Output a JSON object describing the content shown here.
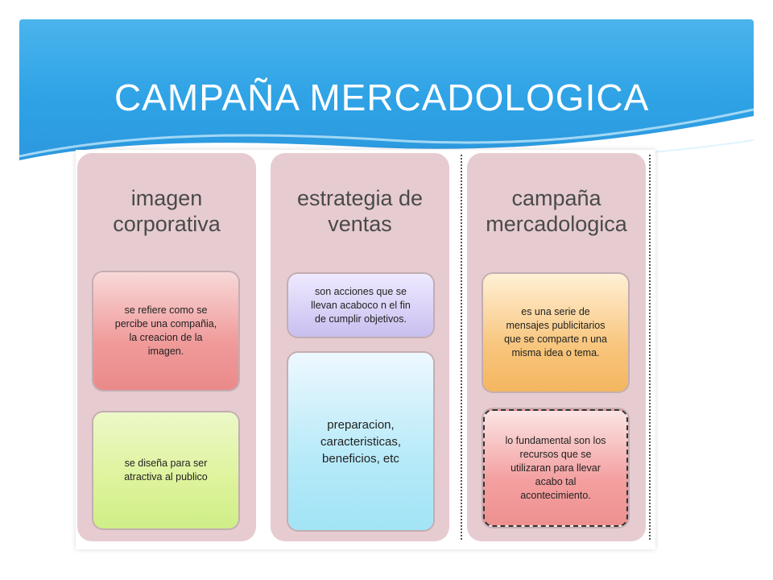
{
  "slide": {
    "title": "CAMPAÑA MERCADOLOGICA"
  },
  "diagram": {
    "columns": [
      {
        "heading": "imagen\ncorporativa",
        "cards": [
          {
            "text": "se refiere como se\npercibe una compañia,\nla creacion de la\nimagen."
          },
          {
            "text": "se diseña para ser\natractiva al publico"
          }
        ]
      },
      {
        "heading": "estrategia de\nventas",
        "cards": [
          {
            "text": "son acciones que se\nllevan acaboco n el fin\nde cumplir objetivos."
          },
          {
            "text": "preparacion,\ncaracteristicas,\nbeneficios, etc"
          }
        ]
      },
      {
        "heading": "campaña\nmercadologica",
        "cards": [
          {
            "text": "es una serie de\nmensajes publicitarios\nque se comparte n una\nmisma idea o tema."
          },
          {
            "text": "lo fundamental son los\nrecursos que se\nutilizaran para llevar\nacabo tal\nacontecimiento."
          }
        ]
      }
    ]
  }
}
